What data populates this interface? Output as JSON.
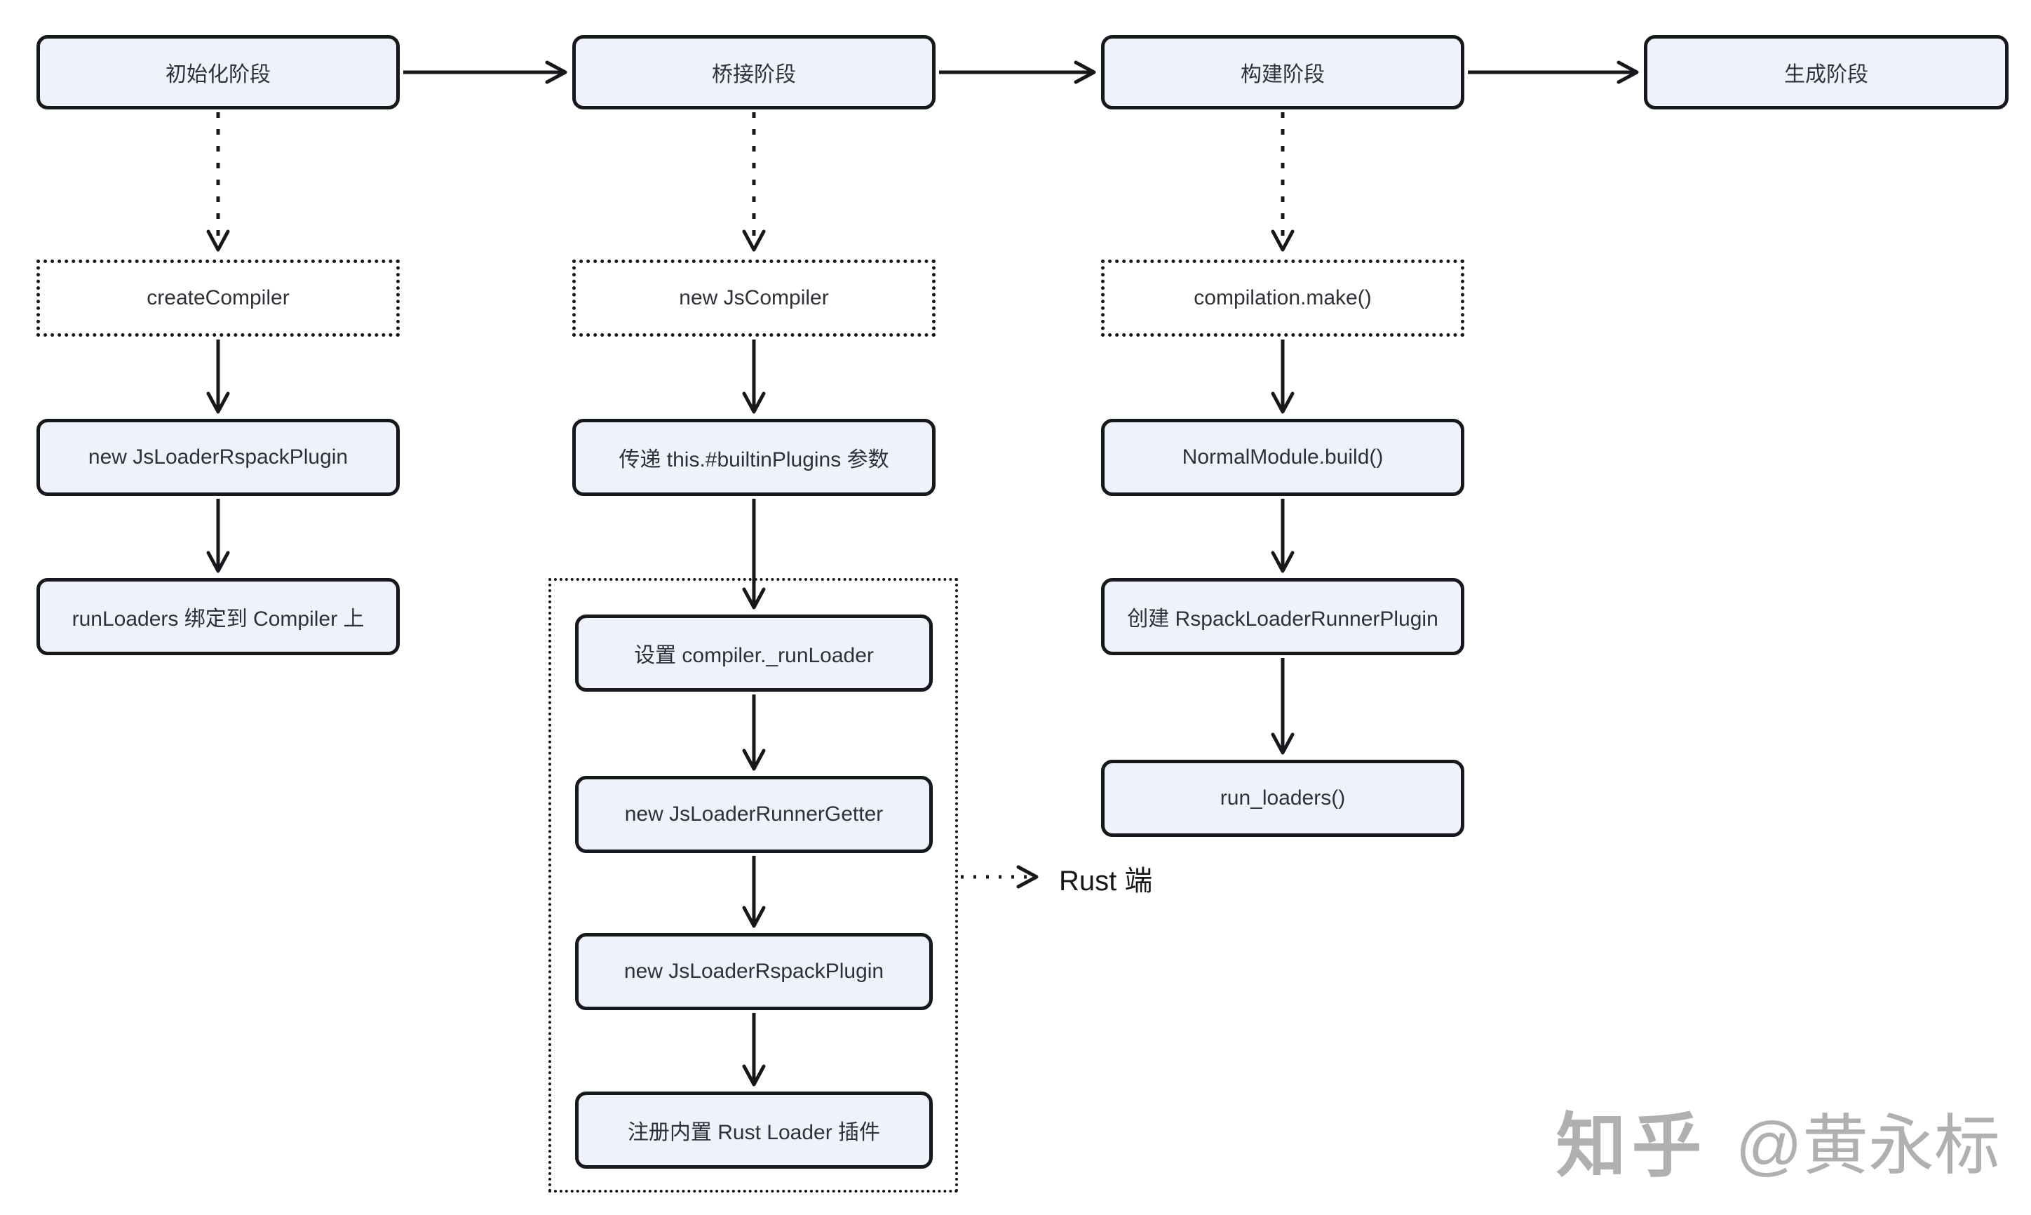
{
  "diagram": {
    "phases": [
      {
        "label": "初始化阶段"
      },
      {
        "label": "桥接阶段"
      },
      {
        "label": "构建阶段"
      },
      {
        "label": "生成阶段"
      }
    ],
    "init_flow": {
      "create_compiler": "createCompiler",
      "new_js_loader_rspack_plugin": "new JsLoaderRspackPlugin",
      "run_loaders_bind": "runLoaders 绑定到 Compiler 上"
    },
    "bridge_flow": {
      "new_js_compiler": "new JsCompiler",
      "pass_builtin_plugins": "传递 this.#builtinPlugins 参数",
      "rust_container": {
        "set_run_loader": "设置 compiler._runLoader",
        "new_js_loader_runner_getter": "new JsLoaderRunnerGetter",
        "new_js_loader_rspack_plugin": "new JsLoaderRspackPlugin",
        "register_rust_loader": "注册内置 Rust Loader 插件"
      },
      "rust_side_label": "Rust 端"
    },
    "build_flow": {
      "compilation_make": "compilation.make()",
      "normal_module_build": "NormalModule.build()",
      "create_rspack_loader_runner_plugin": "创建 RspackLoaderRunnerPlugin",
      "run_loaders": "run_loaders()"
    },
    "colors": {
      "node_fill": "#eef2fa",
      "node_border": "#17181c",
      "node_text": "#2e3138",
      "watermark_gray": "#b0b0b0"
    }
  },
  "watermark": {
    "brand": "知乎",
    "author": "@黄永标"
  }
}
